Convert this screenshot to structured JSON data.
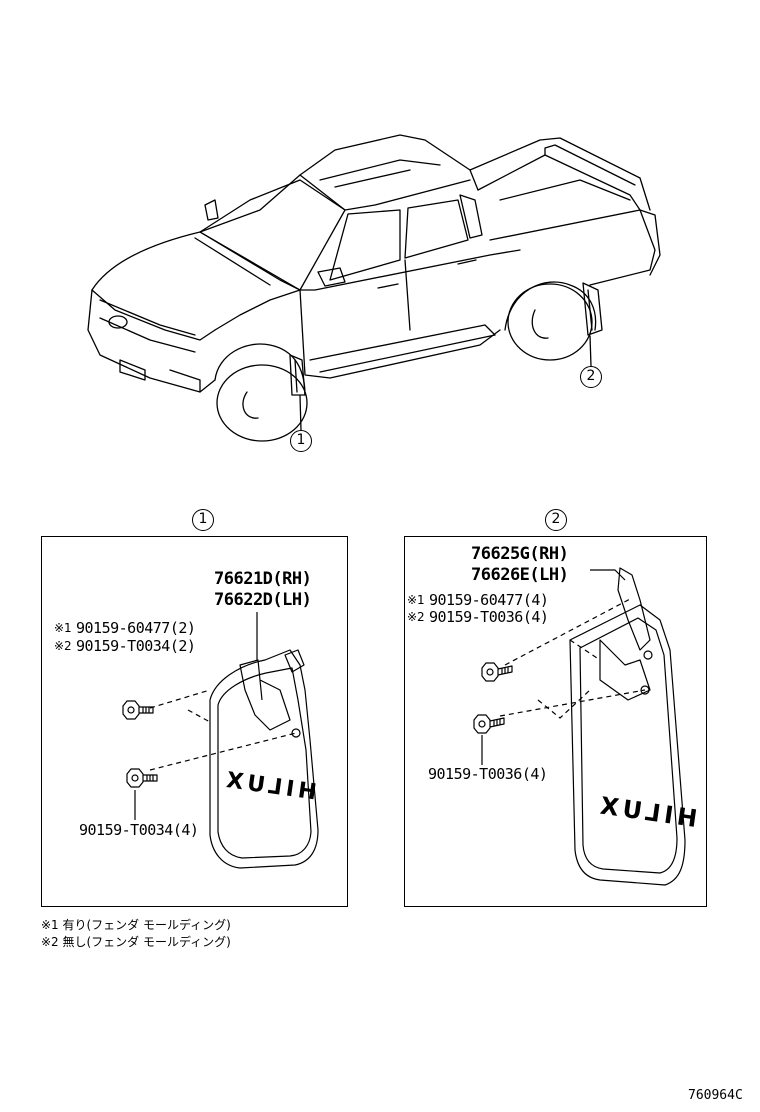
{
  "callouts": {
    "one": "1",
    "two": "2"
  },
  "panel1": {
    "callout": "1",
    "part_rh": "76621D(RH)",
    "part_lh": "76622D(LH)",
    "bolt_a_mark": "※1",
    "bolt_a": "90159-60477(2)",
    "bolt_b_mark": "※2",
    "bolt_b": "90159-T0034(2)",
    "bolt_c": "90159-T0034(4)",
    "flap_text": "HILUX"
  },
  "panel2": {
    "callout": "2",
    "part_rh": "76625G(RH)",
    "part_lh": "76626E(LH)",
    "bolt_a_mark": "※1",
    "bolt_a": "90159-60477(4)",
    "bolt_b_mark": "※2",
    "bolt_b": "90159-T0036(4)",
    "bolt_c": "90159-T0036(4)",
    "flap_text": "HILUX"
  },
  "notes": [
    "※1 有り(フェンダ  モールディング)",
    "※2 無し(フェンダ  モールディング)"
  ],
  "diagram_code": "760964C"
}
